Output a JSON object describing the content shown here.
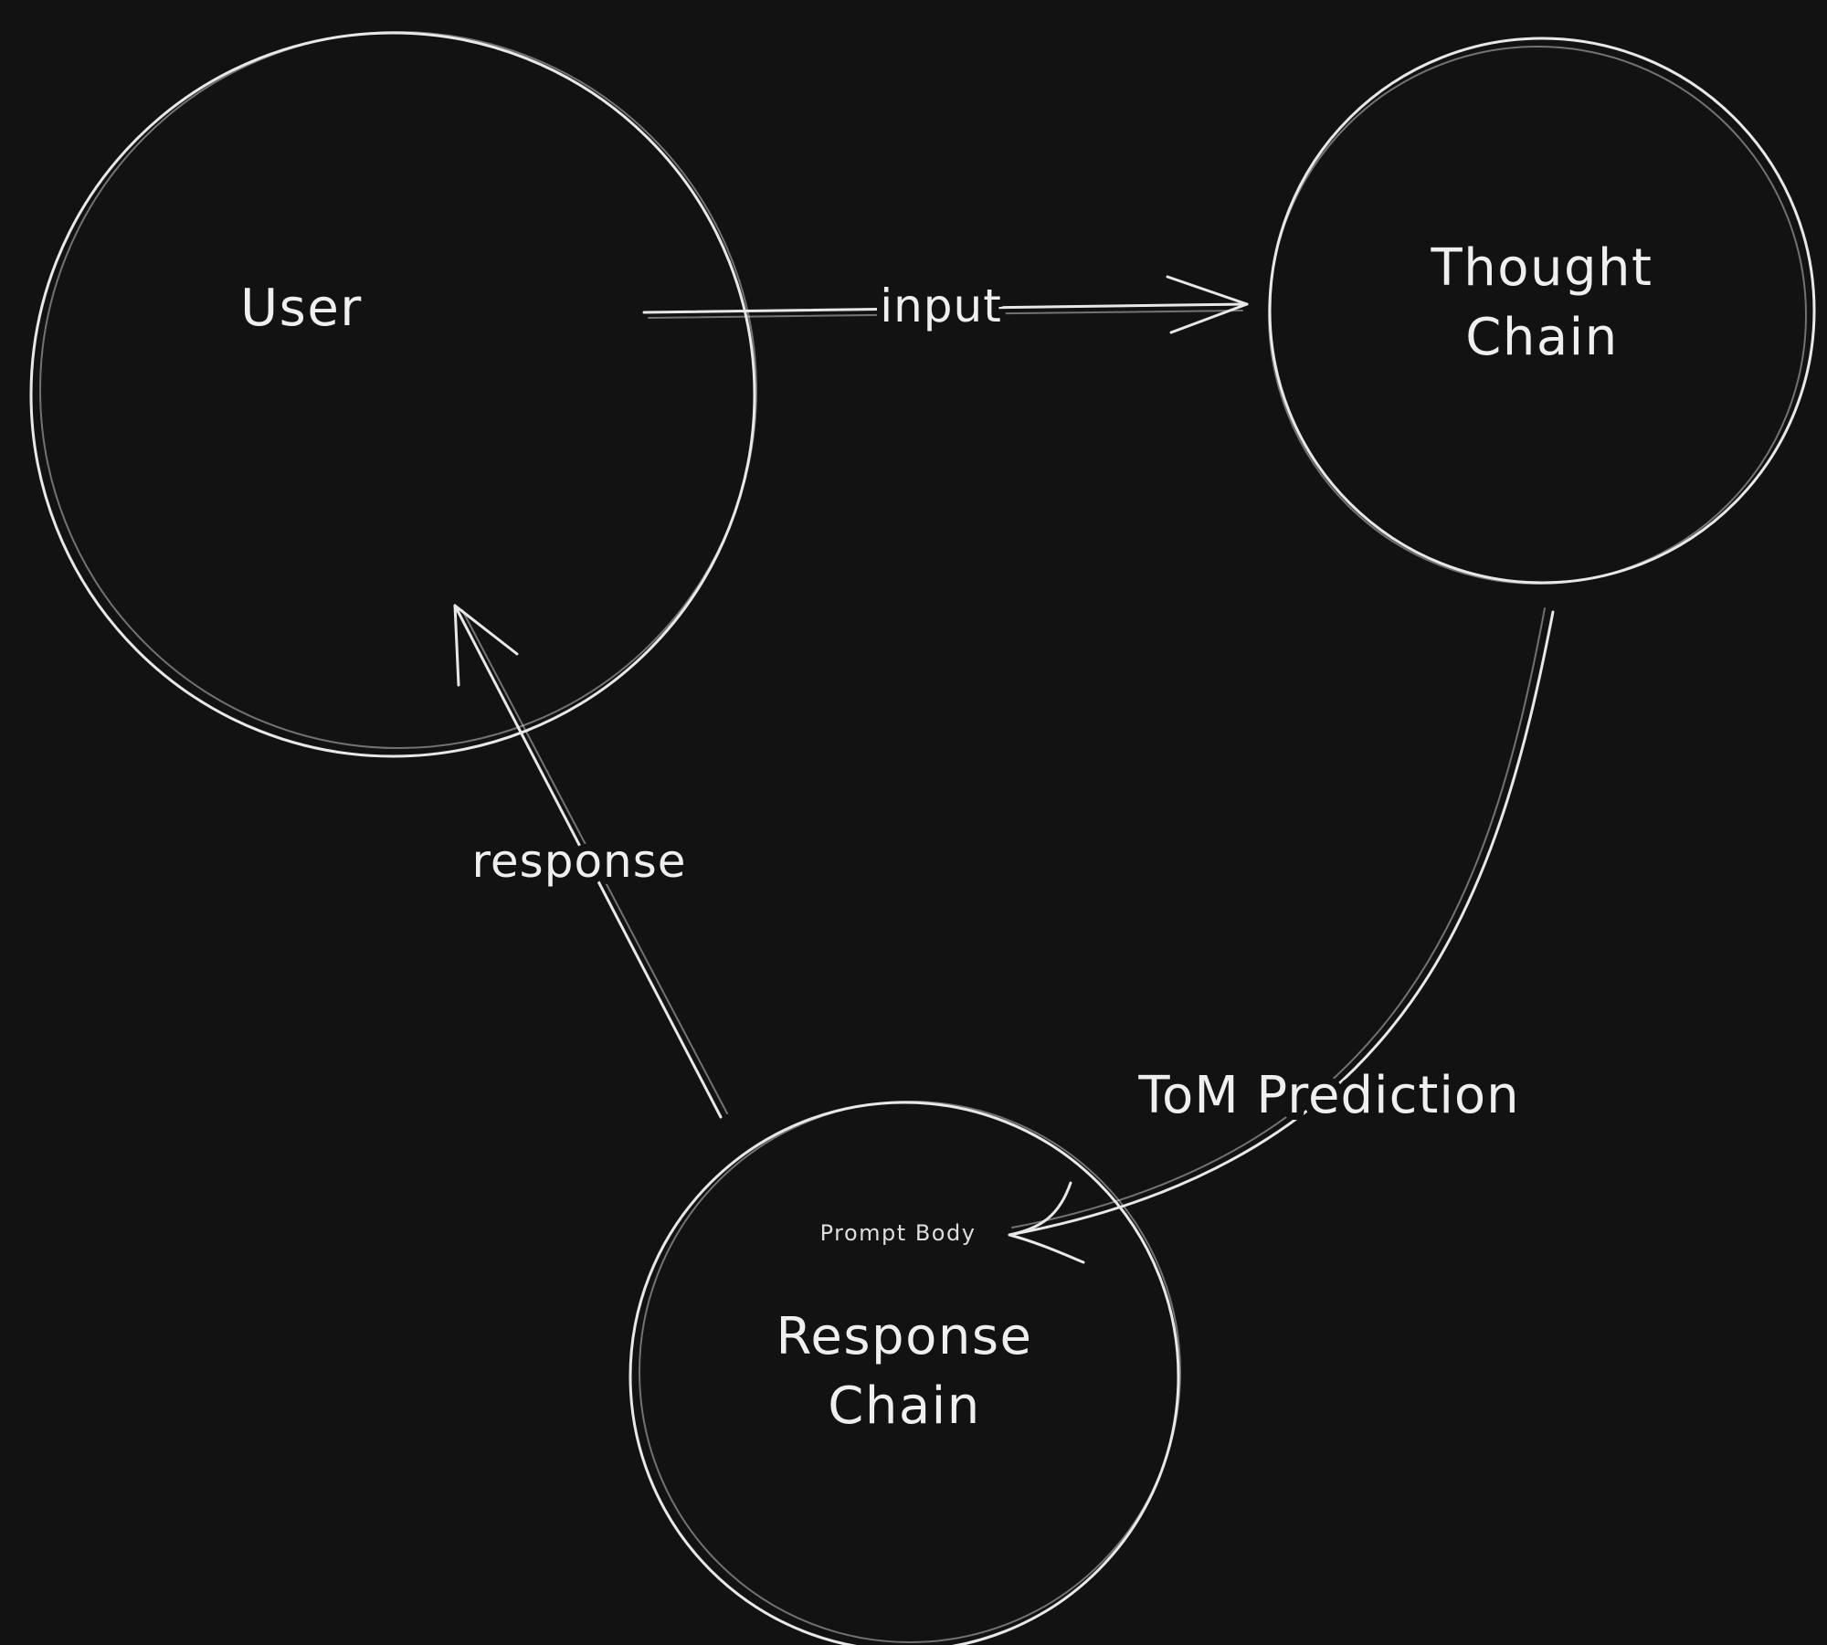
{
  "canvas": {
    "background": "#121212",
    "stroke_color": "#e8e8e8",
    "text_color": "#efefef"
  },
  "nodes": {
    "user": {
      "label": "User"
    },
    "thought_chain": {
      "line1": "Thought",
      "line2": "Chain"
    },
    "response_chain": {
      "line1": "Response",
      "line2": "Chain",
      "annotation": "Prompt Body"
    }
  },
  "edges": {
    "input": {
      "label": "input"
    },
    "response": {
      "label": "response"
    },
    "tom_prediction": {
      "label": "ToM Prediction"
    }
  }
}
